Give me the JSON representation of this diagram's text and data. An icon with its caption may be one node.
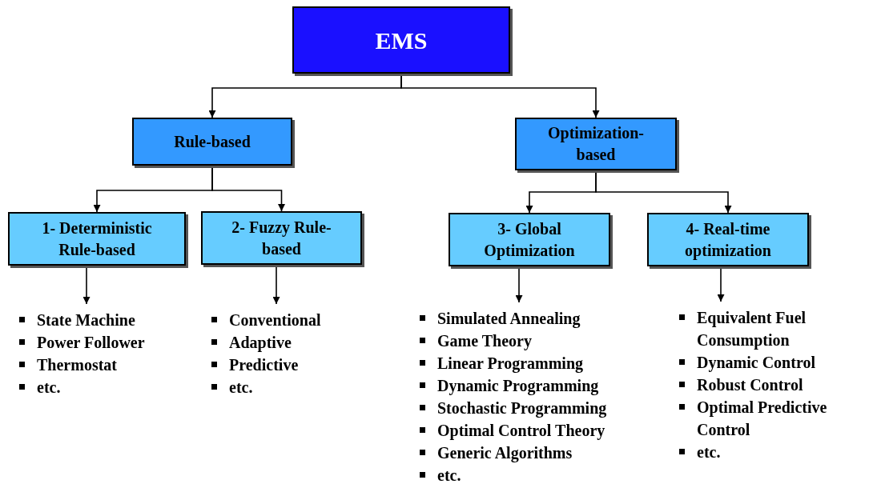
{
  "diagram": {
    "nodes": [
      {
        "text": [
          "EMS"
        ]
      },
      {
        "text": [
          "Rule-based"
        ]
      },
      {
        "text": [
          "Optimization-based"
        ]
      },
      {
        "text": [
          "1- Deterministic Rule-based"
        ]
      },
      {
        "text": [
          "2- Fuzzy Rule-based"
        ]
      },
      {
        "text": [
          "3- Global Optimization"
        ]
      },
      {
        "text": [
          "4- Real-time optimization"
        ]
      },
      {
        "text": [
          "State Machine",
          "Power Follower",
          "Thermostat",
          "etc."
        ]
      },
      {
        "text": [
          "Conventional",
          "Adaptive",
          "Predictive",
          "etc."
        ]
      },
      {
        "text": [
          "Simulated Annealing",
          "Game Theory",
          "Linear Programming",
          "Dynamic Programming",
          "Stochastic Programming",
          "Optimal Control Theory",
          "Generic Algorithms",
          "etc."
        ]
      },
      {
        "text": [
          "Equivalent Fuel Consumption",
          "Dynamic Control",
          "Robust Control",
          "Optimal Predictive Control",
          "etc."
        ]
      }
    ],
    "edges": [
      {
        "from": 0,
        "to": 1,
        "arrow": "to"
      },
      {
        "from": 0,
        "to": 2,
        "arrow": "to"
      },
      {
        "from": 1,
        "to": 3,
        "arrow": "to"
      },
      {
        "from": 1,
        "to": 4,
        "arrow": "to"
      },
      {
        "from": 2,
        "to": 5,
        "arrow": "to"
      },
      {
        "from": 2,
        "to": 6,
        "arrow": "to"
      },
      {
        "from": 3,
        "to": 7,
        "arrow": "to"
      },
      {
        "from": 4,
        "to": 8,
        "arrow": "to"
      },
      {
        "from": 5,
        "to": 9,
        "arrow": "to"
      },
      {
        "from": 6,
        "to": 10,
        "arrow": "to"
      }
    ]
  }
}
